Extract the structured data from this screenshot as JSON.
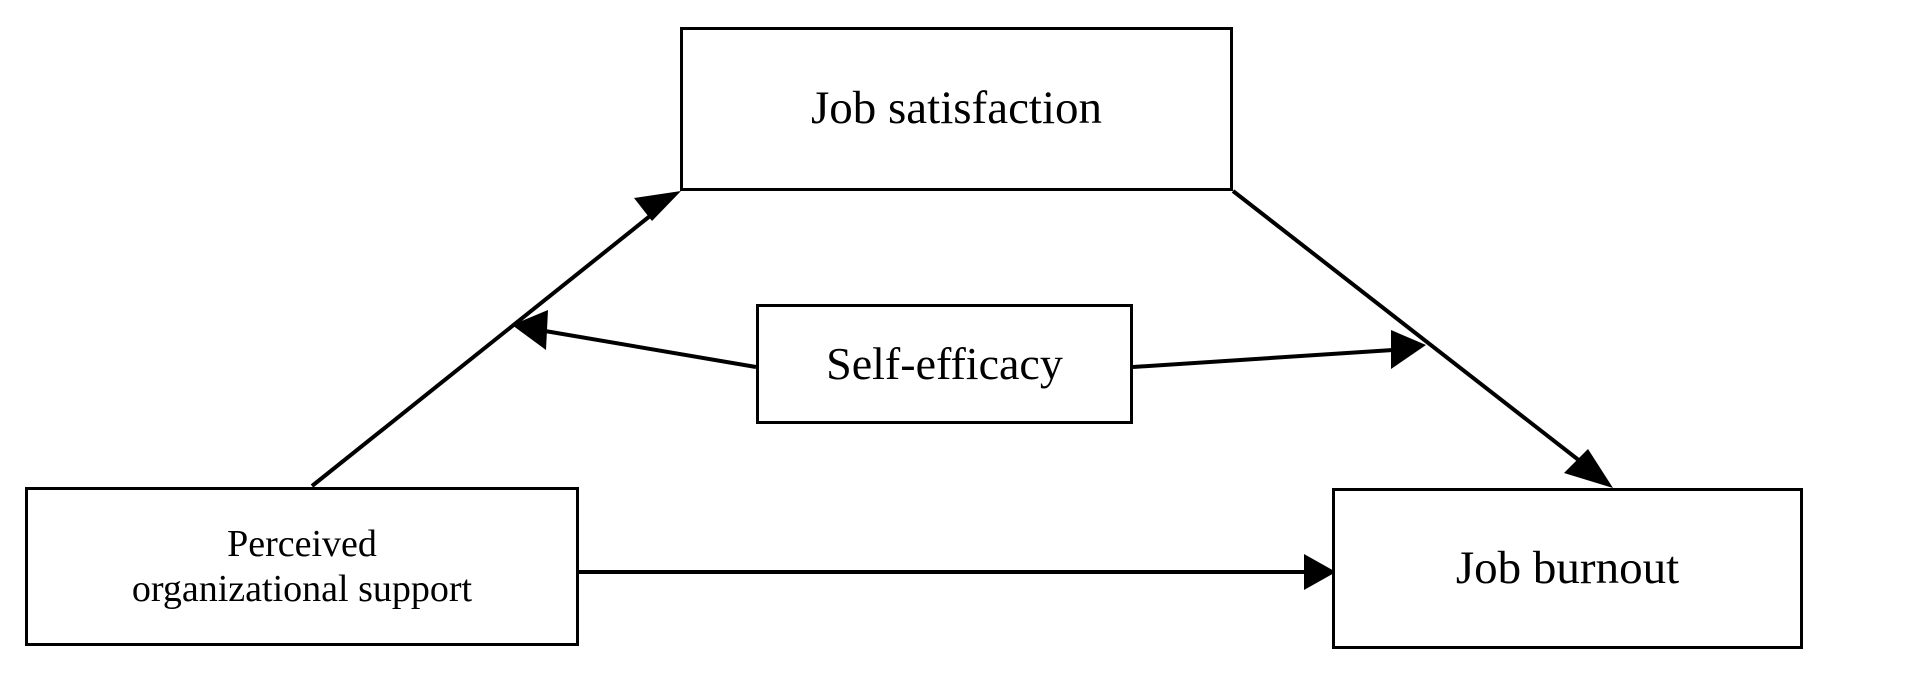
{
  "diagram": {
    "type": "conceptual-model",
    "background_color": "#ffffff",
    "stroke_color": "#000000",
    "nodes": [
      {
        "id": "job-satisfaction",
        "label": "Job satisfaction",
        "role": "mediator"
      },
      {
        "id": "self-efficacy",
        "label": "Self-efficacy",
        "role": "moderator"
      },
      {
        "id": "perceived-organizational-support",
        "label": "Perceived\norganizational support",
        "role": "independent-variable"
      },
      {
        "id": "job-burnout",
        "label": "Job burnout",
        "role": "dependent-variable"
      }
    ],
    "edges": [
      {
        "id": "pos-to-job-satisfaction",
        "from": "perceived-organizational-support",
        "to": "job-satisfaction",
        "style": "solid",
        "arrowhead": "filled-triangle"
      },
      {
        "id": "job-satisfaction-to-job-burnout",
        "from": "job-satisfaction",
        "to": "job-burnout",
        "style": "solid",
        "arrowhead": "filled-triangle"
      },
      {
        "id": "pos-to-job-burnout",
        "from": "perceived-organizational-support",
        "to": "job-burnout",
        "style": "solid",
        "arrowhead": "filled-triangle"
      },
      {
        "id": "self-efficacy-to-pos-js-path",
        "from": "self-efficacy",
        "to": "pos-to-job-satisfaction",
        "style": "solid",
        "arrowhead": "filled-triangle"
      },
      {
        "id": "self-efficacy-to-js-jb-path",
        "from": "self-efficacy",
        "to": "job-satisfaction-to-job-burnout",
        "style": "solid",
        "arrowhead": "filled-triangle"
      }
    ]
  }
}
